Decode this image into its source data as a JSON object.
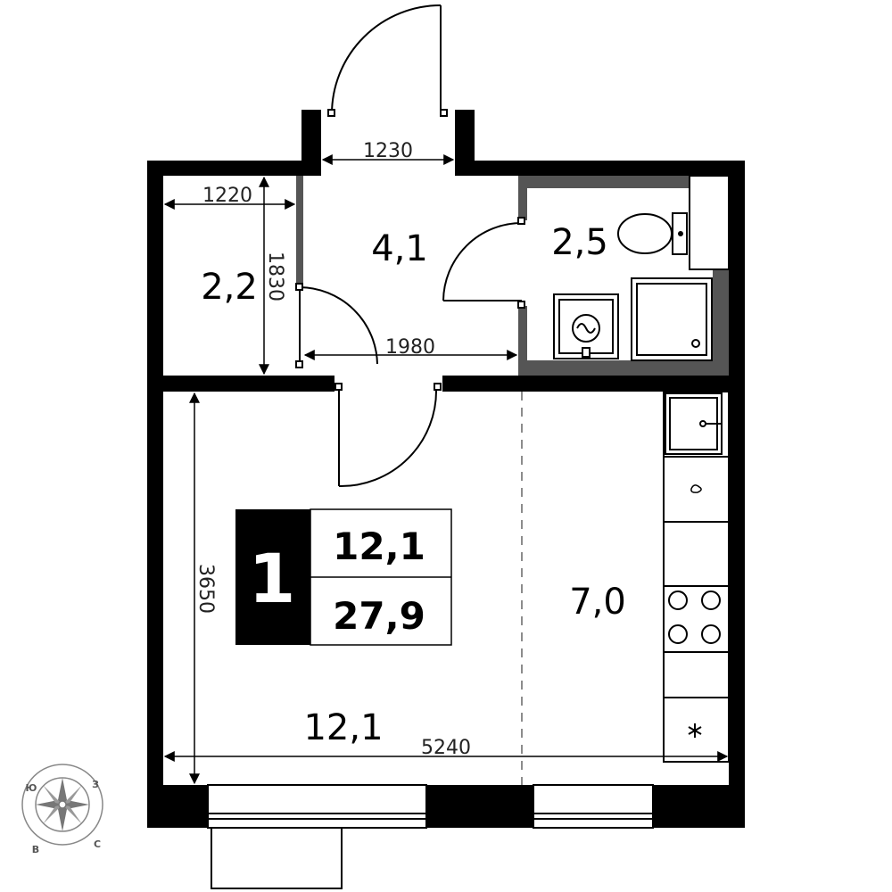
{
  "plan": {
    "rooms_label": "1",
    "living_area": "12,1",
    "total_area": "27,9",
    "areas": {
      "hall": "4,1",
      "bathroom": "2,5",
      "closet": "2,2",
      "kitchen": "7,0",
      "living": "12,1"
    },
    "dimensions": {
      "entry_width": "1230",
      "closet_width": "1220",
      "closet_depth": "1830",
      "hall_length": "1980",
      "room_depth": "3650",
      "room_width": "5240"
    }
  },
  "compass": {
    "north": "З",
    "south": "В",
    "east": "С",
    "west": "Ю"
  }
}
